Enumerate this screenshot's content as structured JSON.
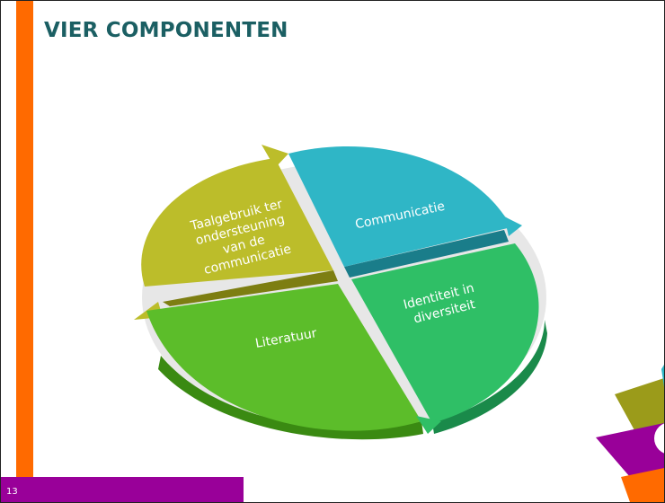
{
  "slide": {
    "title": "VIER COMPONENTEN",
    "number": "13"
  },
  "diagram": {
    "segments": [
      {
        "id": "communicatie",
        "lines": [
          "Communicatie"
        ],
        "color": "#2fb6c6"
      },
      {
        "id": "taalgebruik",
        "lines": [
          "Taalgebruik ter",
          "ondersteuning",
          "van de",
          "communicatie"
        ],
        "color": "#bcbd2a"
      },
      {
        "id": "literatuur",
        "lines": [
          "Literatuur"
        ],
        "color": "#5cbd2a"
      },
      {
        "id": "identiteit",
        "lines": [
          "Identiteit in",
          "diversiteit"
        ],
        "color": "#2fbf66"
      }
    ]
  },
  "colors": {
    "accent_orange": "#ff6a00",
    "footer_purple": "#990099",
    "title_teal": "#1b5f63"
  }
}
